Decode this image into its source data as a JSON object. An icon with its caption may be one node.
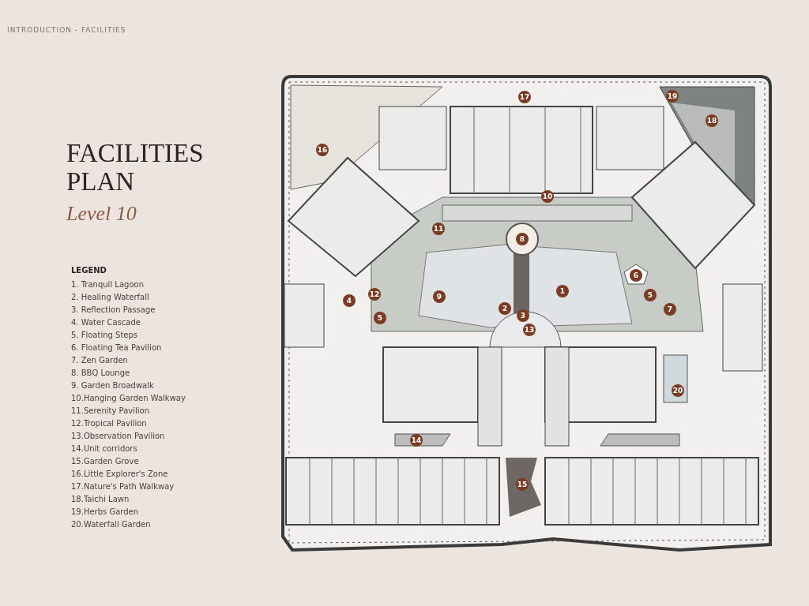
{
  "diagram": {
    "title": "FACILITIES PLAN",
    "labels": [
      "INTRODUCTION - FACILITIES",
      "Level 10",
      "LEGEND",
      "19",
      "17",
      "18",
      "16",
      "10",
      "11",
      "8",
      "6",
      "1",
      "12",
      "9",
      "4",
      "5",
      "7",
      "2",
      "3",
      "5",
      "13",
      "20",
      "14",
      "15"
    ],
    "legend": [
      {
        "text": "1. Tranquil Lagoon"
      },
      {
        "text": "2. Healing Waterfall"
      },
      {
        "text": "3. Reflection Passage"
      },
      {
        "text": "4. Water Cascade"
      },
      {
        "text": "5. Floating Steps"
      },
      {
        "text": "6. Floating Tea Pavilion"
      },
      {
        "text": "7. Zen Garden"
      },
      {
        "text": "8. BBQ Lounge"
      },
      {
        "text": "9. Garden Broadwalk"
      },
      {
        "text": "10.Hanging Garden Walkway"
      },
      {
        "text": "11.Serenity Pavilion"
      },
      {
        "text": "12.Tropical Pavilion"
      },
      {
        "text": "13.Observation Pavilion"
      },
      {
        "text": "14.Unit corridors"
      },
      {
        "text": "15.Garden Grove"
      },
      {
        "text": "16.Little Explorer's Zone"
      },
      {
        "text": "17.Nature's Path Walkway"
      },
      {
        "text": "18.Taichi Lawn"
      },
      {
        "text": "19.Herbs Garden"
      },
      {
        "text": "20.Waterfall Garden"
      }
    ]
  }
}
